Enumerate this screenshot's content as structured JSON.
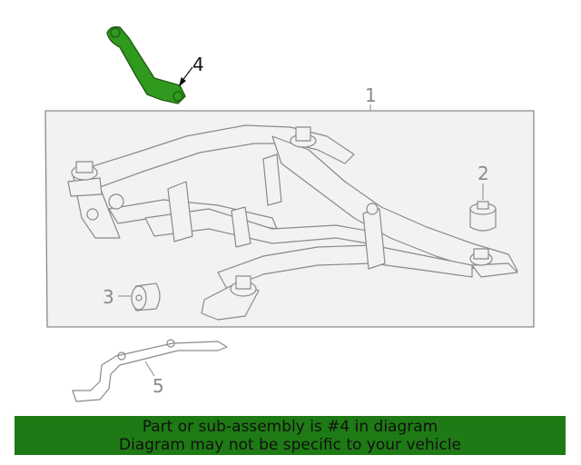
{
  "diagram": {
    "callouts": {
      "c1": "1",
      "c2": "2",
      "c3": "3",
      "c4": "4",
      "c5": "5"
    },
    "colors": {
      "highlight_part": "#2f9a1d",
      "line": "#8a8a8a",
      "panel_fill": "#f2f2f2"
    },
    "highlighted_callout": "4"
  },
  "banner": {
    "line1": "Part or sub-assembly is #4 in diagram",
    "line2": "Diagram may not be specific to your vehicle",
    "background": "#1e7a14"
  }
}
